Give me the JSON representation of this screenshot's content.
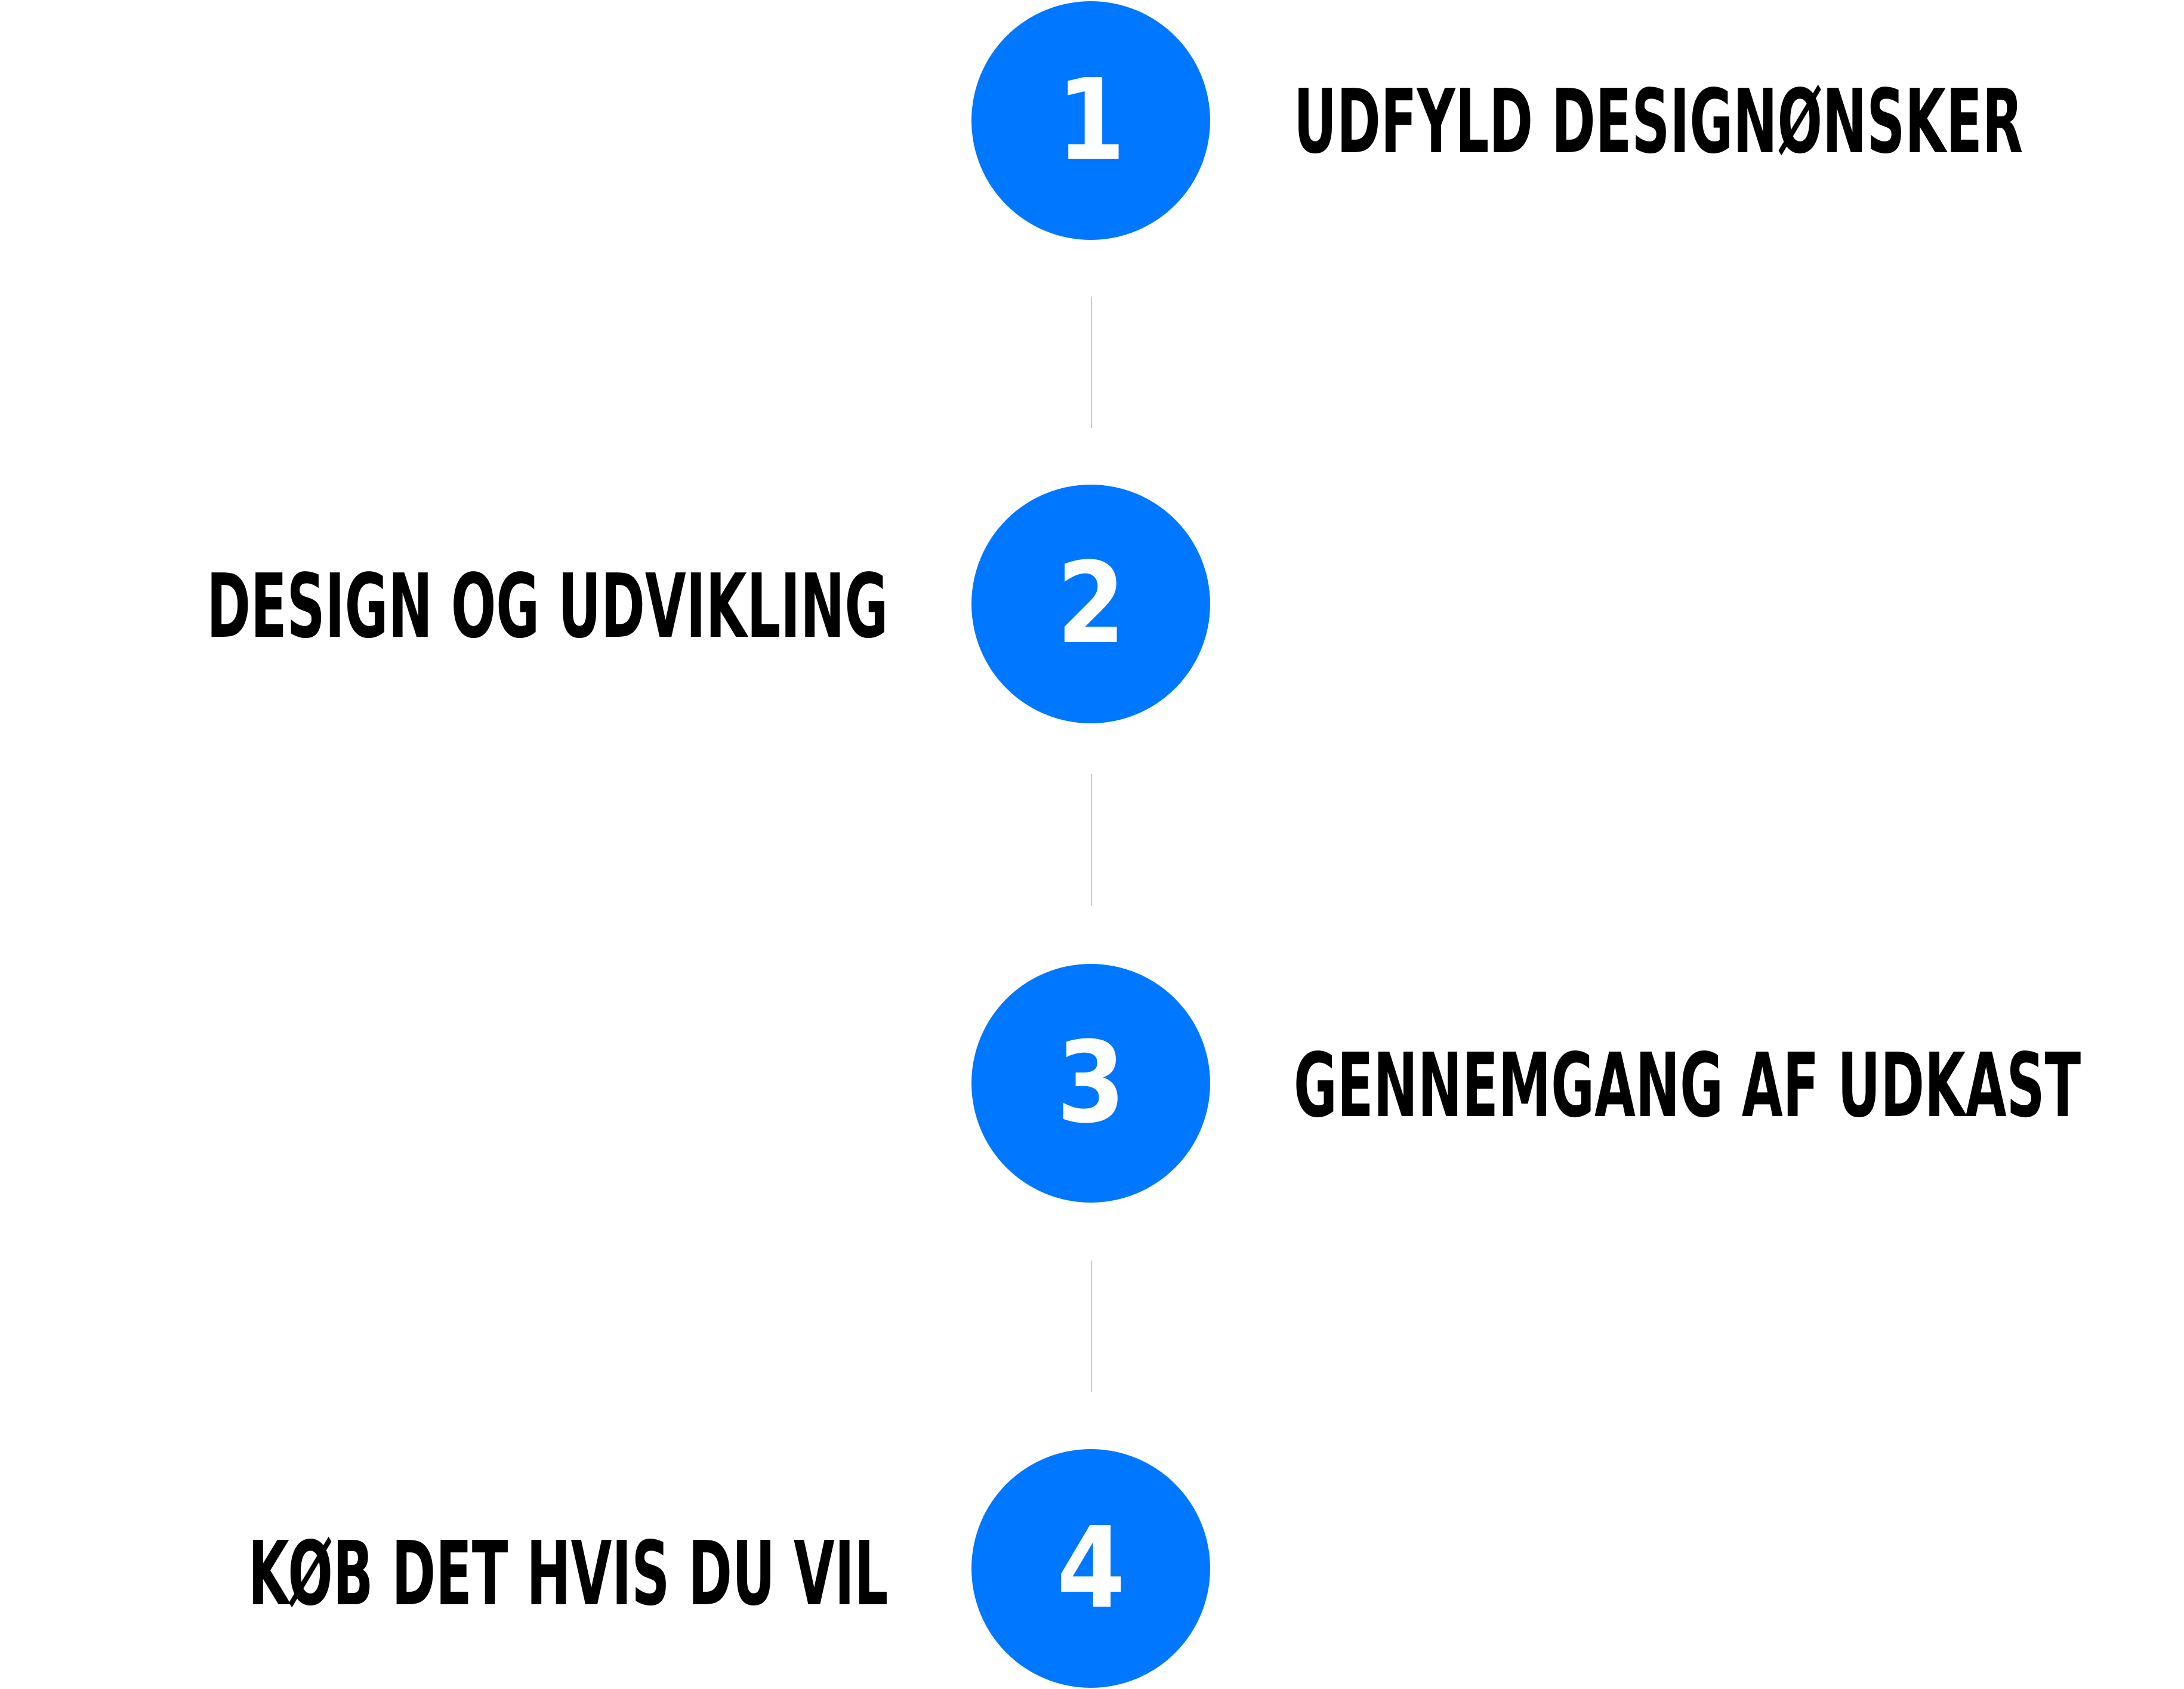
{
  "theme": {
    "accent": "#0077FF",
    "text": "#000000",
    "connector": "#C8C8C8"
  },
  "steps": [
    {
      "number": "1",
      "label": "UDFYLD DESIGNØNSKER",
      "side": "right"
    },
    {
      "number": "2",
      "label": "DESIGN OG UDVIKLING",
      "side": "left"
    },
    {
      "number": "3",
      "label": "GENNEMGANG AF UDKAST",
      "side": "right"
    },
    {
      "number": "4",
      "label": "KØB DET HVIS DU VIL",
      "side": "left"
    }
  ]
}
